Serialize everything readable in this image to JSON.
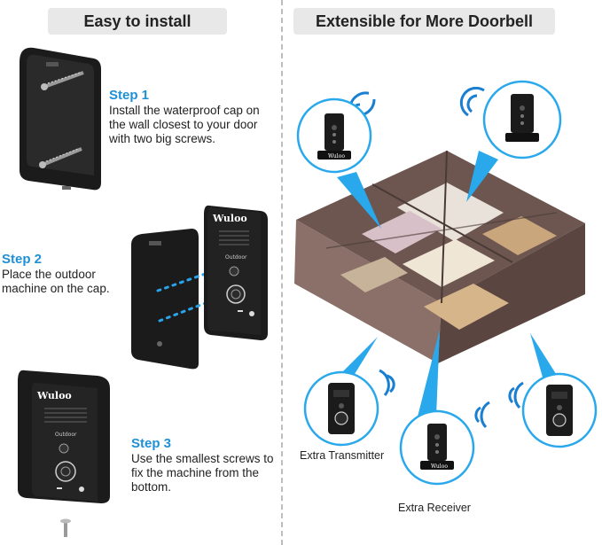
{
  "left_section": {
    "header": "Easy to install",
    "steps": [
      {
        "title": "Step 1",
        "text": "Install the waterproof cap on the wall closest to your door with two big screws."
      },
      {
        "title": "Step 2",
        "text": "Place the outdoor machine on the cap."
      },
      {
        "title": "Step 3",
        "text": "Use the smallest screws to fix the machine from the bottom."
      }
    ]
  },
  "right_section": {
    "header": "Extensible for More Doorbell",
    "captions": {
      "transmitter": "Extra Transmitter",
      "receiver": "Extra Receiver"
    }
  },
  "device": {
    "brand": "Wuloo",
    "label": "Outdoor"
  },
  "colors": {
    "accent": "#1f8fd6",
    "wave": "#1a7fd0",
    "device": "#1b1b1b"
  }
}
